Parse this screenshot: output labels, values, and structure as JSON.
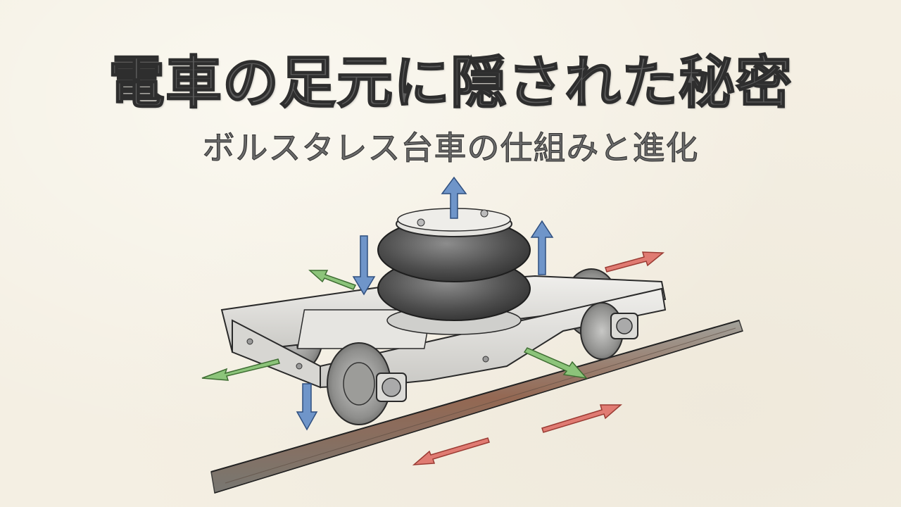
{
  "slide": {
    "title": "電車の足元に隠された秘密",
    "subtitle": "ボルスタレス台車の仕組みと進化"
  },
  "illustration": {
    "subject": "bolsterless-bogie-with-air-spring",
    "style": "pencil-sketch",
    "components": [
      "air-spring",
      "bogie-frame",
      "wheelsets",
      "axle-boxes",
      "rail"
    ],
    "arrows": {
      "vertical_color": "#6f95c9",
      "lateral_color": "#8cc47a",
      "longitudinal_color": "#e07b72"
    }
  },
  "colors": {
    "background": "#f4efe3",
    "title_fill": "#5c5c5c",
    "title_stroke": "#2e2e2e",
    "rail_rust": "#8a5a44"
  }
}
